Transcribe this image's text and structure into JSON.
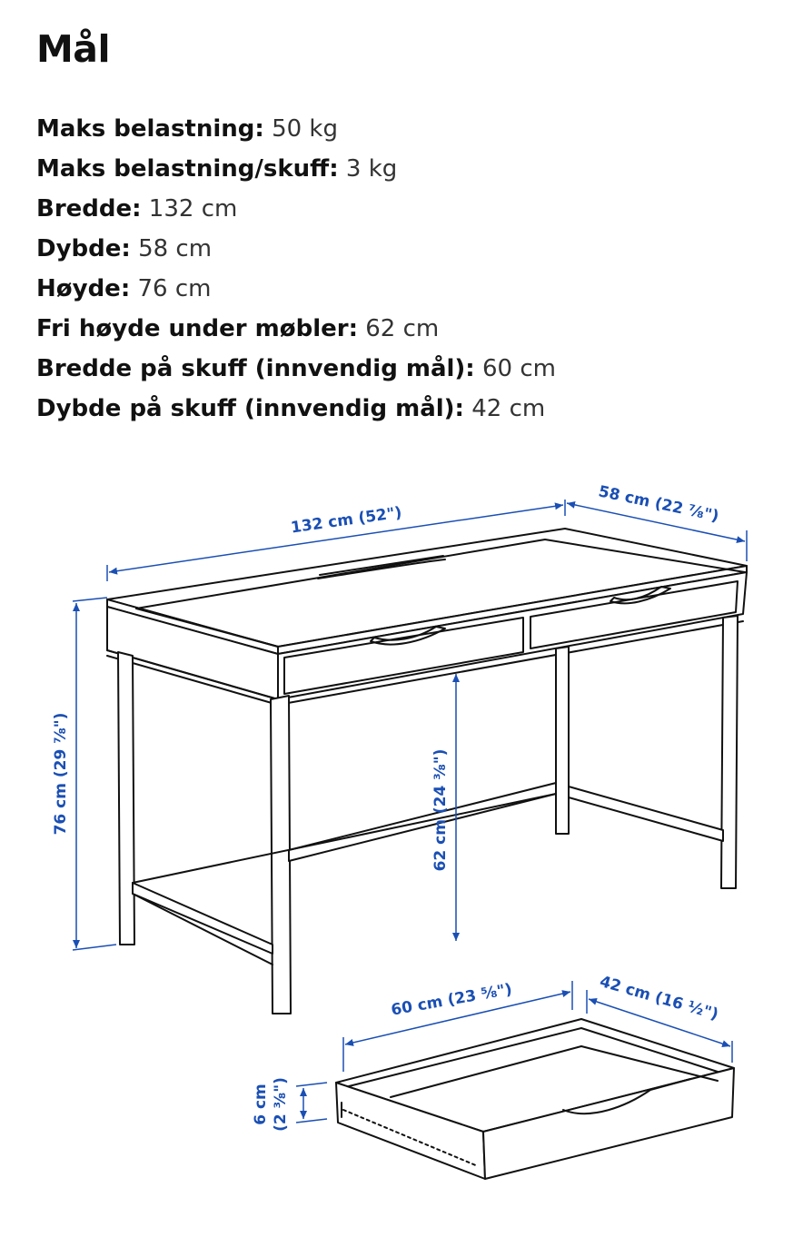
{
  "header": {
    "title": "Mål"
  },
  "specs": [
    {
      "key": "Maks belastning:",
      "value": "50 kg"
    },
    {
      "key": "Maks belastning/skuff:",
      "value": "3 kg"
    },
    {
      "key": "Bredde:",
      "value": "132 cm"
    },
    {
      "key": "Dybde:",
      "value": "58 cm"
    },
    {
      "key": "Høyde:",
      "value": "76 cm"
    },
    {
      "key": "Fri høyde under møbler:",
      "value": "62 cm"
    },
    {
      "key": "Bredde på skuff (innvendig mål):",
      "value": "60 cm"
    },
    {
      "key": "Dybde på skuff (innvendig mål):",
      "value": "42 cm"
    }
  ],
  "diagram": {
    "width_label": "132 cm (52\")",
    "depth_label": "58 cm (22 ⅞\")",
    "height_label": "76 cm (29 ⅞\")",
    "clearance_label": "62 cm (24 ⅜\")",
    "drawer_width_label": "60 cm (23 ⅝\")",
    "drawer_depth_label": "42 cm (16 ½\")",
    "drawer_height_label_1": "6 cm",
    "drawer_height_label_2": "(2 ⅜\")"
  },
  "colors": {
    "dimension_blue": "#1a4fb4",
    "line_drawing": "#111111"
  }
}
